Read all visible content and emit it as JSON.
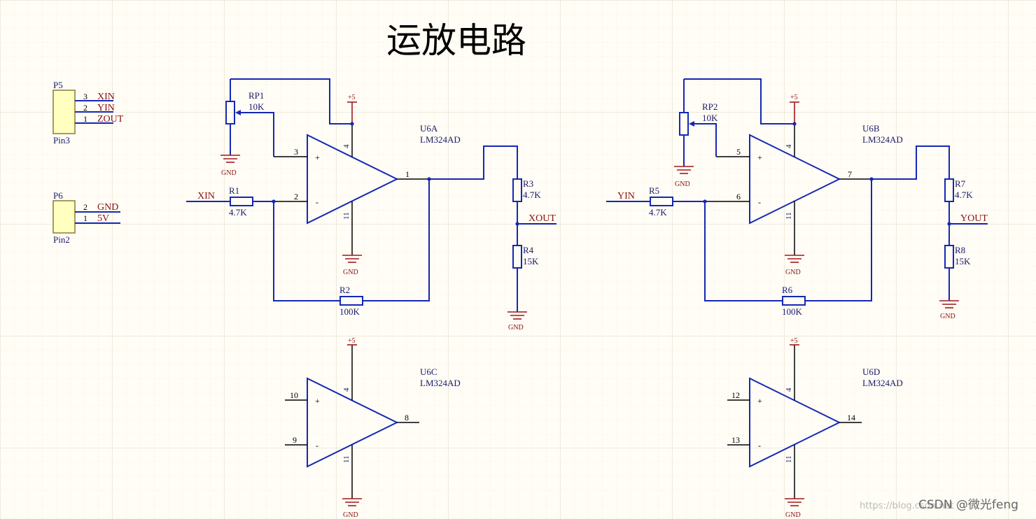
{
  "title": "运放电路",
  "watermark": "CSDN @微光feng",
  "watermark_url": "https://blog.csdn.net",
  "power": {
    "vcc": "+5",
    "gnd": "GND"
  },
  "connectors": [
    {
      "designator": "P5",
      "footprint": "Pin3",
      "pins": [
        {
          "num": "3",
          "net": "XIN"
        },
        {
          "num": "2",
          "net": "YIN"
        },
        {
          "num": "1",
          "net": "ZOUT"
        }
      ]
    },
    {
      "designator": "P6",
      "footprint": "Pin2",
      "pins": [
        {
          "num": "2",
          "net": "GND"
        },
        {
          "num": "1",
          "net": "5V"
        }
      ]
    }
  ],
  "opamps": [
    {
      "designator": "U6A",
      "part": "LM324AD",
      "plus": "3",
      "minus": "2",
      "out": "1",
      "vcc": "4",
      "gnd": "11"
    },
    {
      "designator": "U6B",
      "part": "LM324AD",
      "plus": "5",
      "minus": "6",
      "out": "7",
      "vcc": "4",
      "gnd": "11"
    },
    {
      "designator": "U6C",
      "part": "LM324AD",
      "plus": "10",
      "minus": "9",
      "out": "8",
      "vcc": "4",
      "gnd": "11"
    },
    {
      "designator": "U6D",
      "part": "LM324AD",
      "plus": "12",
      "minus": "13",
      "out": "14",
      "vcc": "4",
      "gnd": "11"
    }
  ],
  "symbols": {
    "plus": "+",
    "minus": "-"
  },
  "resistors": [
    {
      "designator": "R1",
      "value": "4.7K"
    },
    {
      "designator": "R2",
      "value": "100K"
    },
    {
      "designator": "R3",
      "value": "4.7K"
    },
    {
      "designator": "R4",
      "value": "15K"
    },
    {
      "designator": "R5",
      "value": "4.7K"
    },
    {
      "designator": "R6",
      "value": "100K"
    },
    {
      "designator": "R7",
      "value": "4.7K"
    },
    {
      "designator": "R8",
      "value": "15K"
    }
  ],
  "pots": [
    {
      "designator": "RP1",
      "value": "10K"
    },
    {
      "designator": "RP2",
      "value": "10K"
    }
  ],
  "nets": {
    "xin": "XIN",
    "yin": "YIN",
    "xout": "XOUT",
    "yout": "YOUT"
  }
}
